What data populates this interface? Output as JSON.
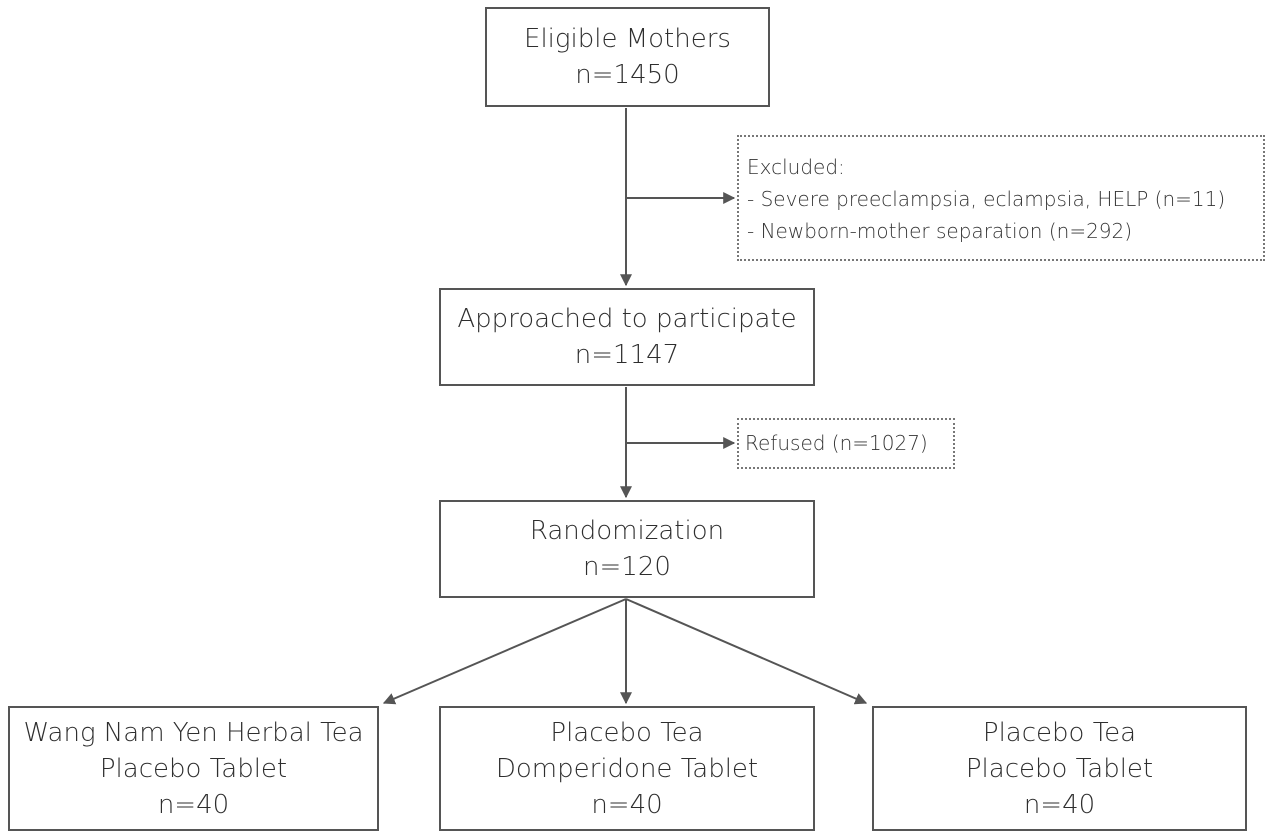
{
  "boxes": {
    "eligible": {
      "title": "Eligible Mothers",
      "count": "n=1450"
    },
    "approached": {
      "title": "Approached to participate",
      "count": "n=1147"
    },
    "randomization": {
      "title": "Randomization",
      "count": "n=120"
    }
  },
  "excluded": {
    "heading": "Excluded:",
    "items": [
      "-  Severe preeclampsia, eclampsia, HELP (n=11)",
      "-  Newborn-mother separation (n=292)"
    ]
  },
  "refused": {
    "text": "Refused (n=1027)"
  },
  "arms": [
    {
      "line1": "Wang Nam Yen Herbal Tea",
      "line2": "Placebo Tablet",
      "count": "n=40"
    },
    {
      "line1": "Placebo Tea",
      "line2": "Domperidone Tablet",
      "count": "n=40"
    },
    {
      "line1": "Placebo Tea",
      "line2": "Placebo Tablet",
      "count": "n=40"
    }
  ],
  "colors": {
    "line": "#555555",
    "box_border": "#555555",
    "dotted_border": "#777777",
    "text": "#2e2e2e"
  }
}
